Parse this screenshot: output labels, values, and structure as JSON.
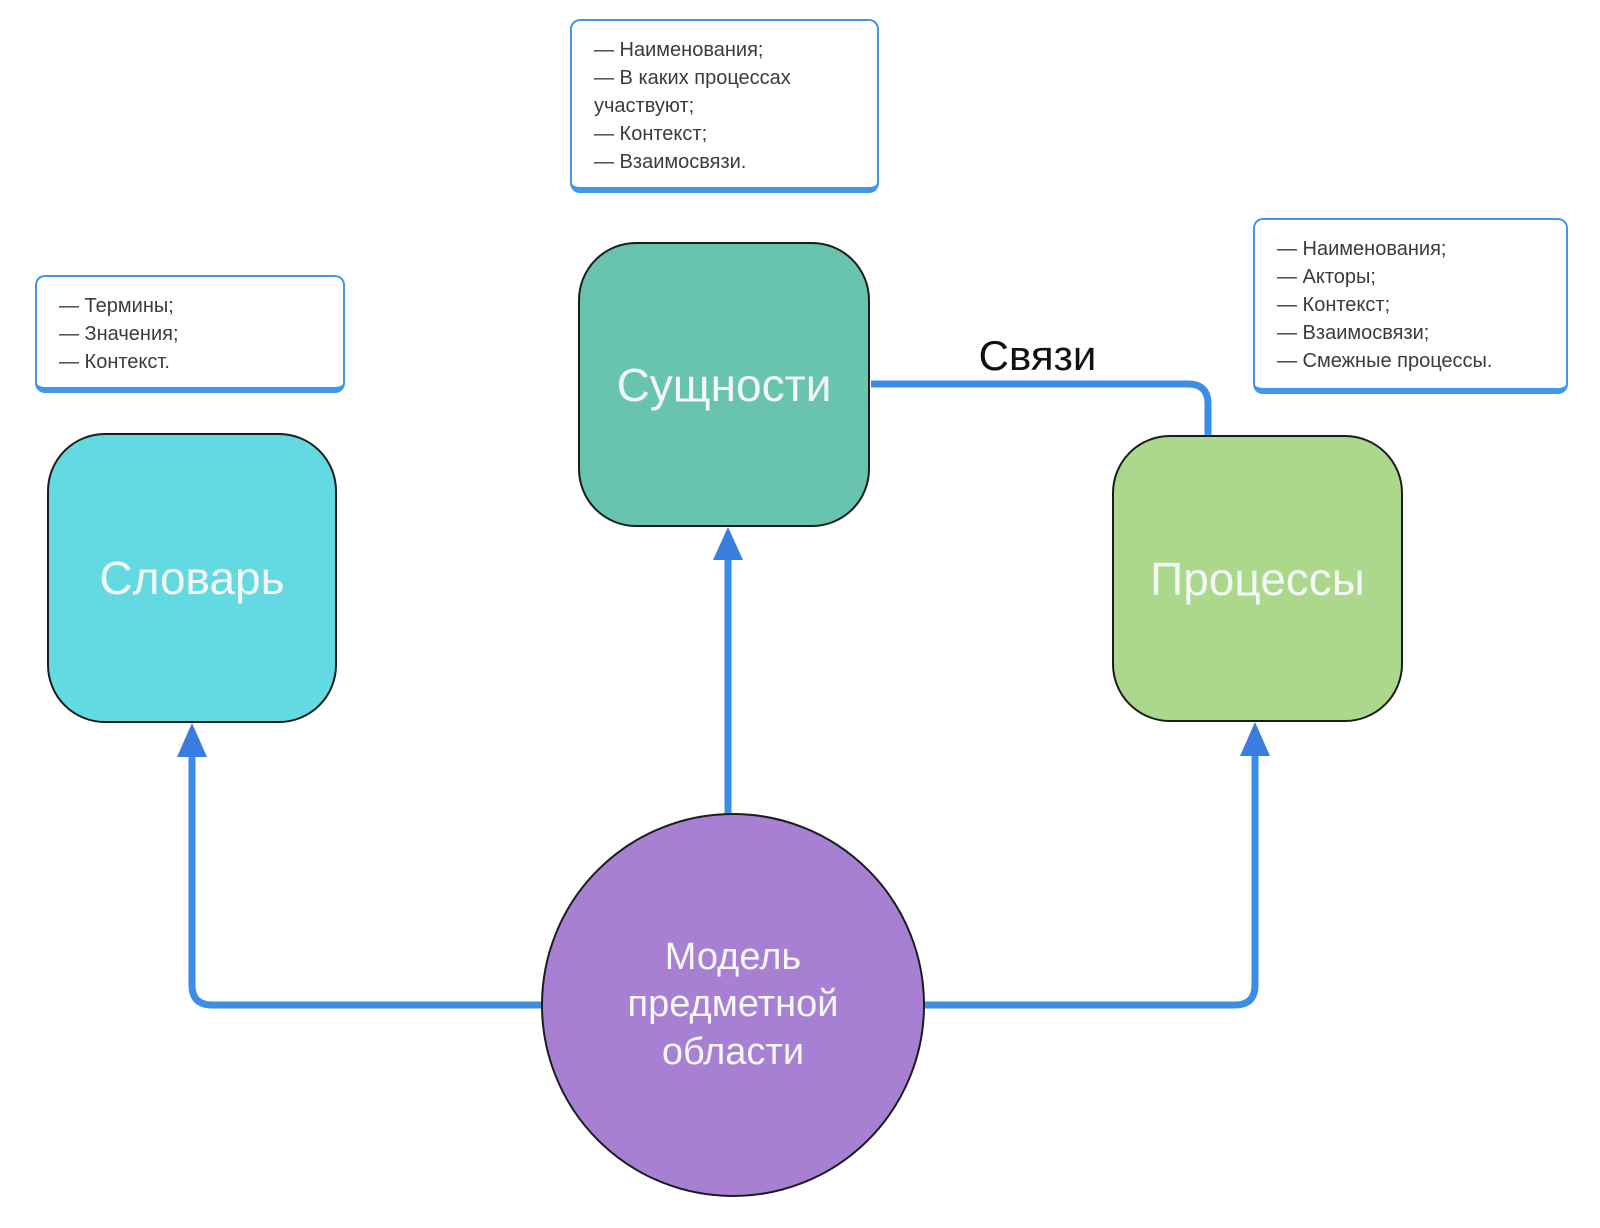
{
  "colors": {
    "connector": "#3c8de5",
    "arrowhead": "#3a7dde",
    "note_border": "#3f97e9"
  },
  "nodes": {
    "center": {
      "label": "Модель предметной области",
      "fill": "#a780d3"
    },
    "dictionary": {
      "label": "Словарь",
      "fill": "#63d9e1"
    },
    "entities": {
      "label": "Сущности",
      "fill": "#68c4ae"
    },
    "processes": {
      "label": "Процессы",
      "fill": "#acd88b"
    }
  },
  "edges": {
    "entities_processes_label": "Связи"
  },
  "notes": {
    "entities": [
      "— Наименования;",
      "— В каких процессах участвуют;",
      "— Контекст;",
      "— Взаимосвязи."
    ],
    "dictionary": [
      "— Термины;",
      "— Значения;",
      "— Контекст."
    ],
    "processes": [
      "— Наименования;",
      "— Акторы;",
      "— Контекст;",
      "— Взаимосвязи;",
      "— Смежные процессы."
    ]
  }
}
